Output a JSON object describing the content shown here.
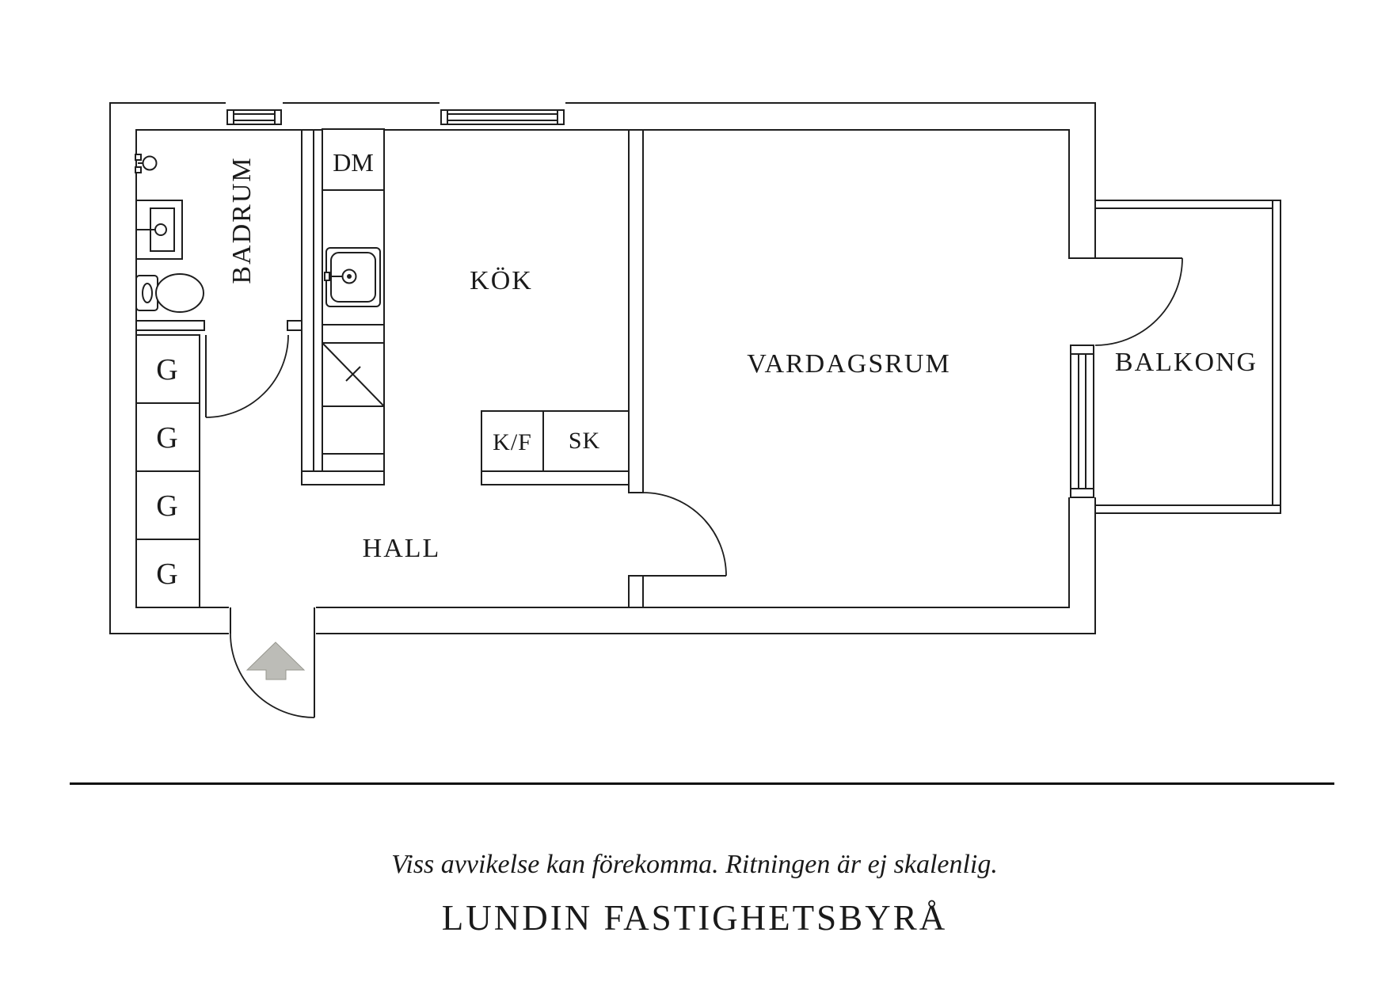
{
  "rooms": {
    "badrum": "BADRUM",
    "kok": "KÖK",
    "hall": "HALL",
    "vardagsrum": "VARDAGSRUM",
    "balkong": "BALKONG"
  },
  "fixtures": {
    "dishwasher": "DM",
    "fridge_freezer": "K/F",
    "closet": "SK",
    "wardrobes": [
      "G",
      "G",
      "G",
      "G"
    ]
  },
  "footer": {
    "disclaimer": "Viss avvikelse kan förekomma. Ritningen är ej skalenlig.",
    "brand": "LUNDIN FASTIGHETSBYRÅ"
  },
  "colors": {
    "line": "#1e1e1e",
    "text": "#1a1a1a",
    "arrow_fill": "#bcbcb7",
    "arrow_edge": "#97978f",
    "rule": "#101010",
    "background": "#ffffff"
  }
}
